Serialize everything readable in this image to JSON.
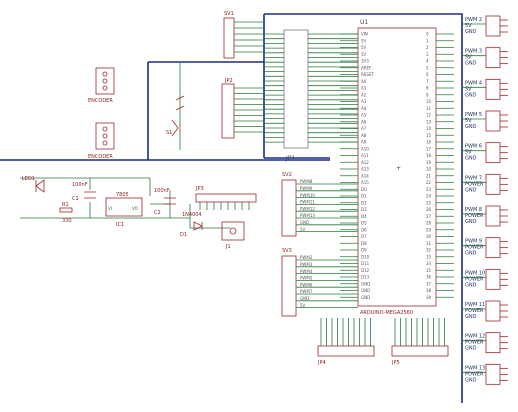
{
  "mcu": {
    "ref": "U1",
    "part": "ARDUINO-MEGA2560",
    "left_pins": [
      "VIN",
      "5V",
      "5V",
      "5V",
      "3V3",
      "AREF",
      "RESET",
      "A0",
      "A1",
      "A2",
      "A3",
      "A4",
      "A5",
      "A6",
      "A7",
      "A8",
      "A9",
      "A10",
      "A11",
      "A12",
      "A13",
      "A14",
      "A15",
      "D0",
      "D1",
      "D2",
      "D3",
      "D4",
      "D5",
      "D6",
      "D7",
      "D8",
      "D9",
      "D10",
      "D11",
      "D12",
      "D13",
      "GND",
      "GND",
      "GND"
    ],
    "right_pins": [
      "0",
      "1",
      "2",
      "3",
      "4",
      "5",
      "6",
      "7",
      "8",
      "9",
      "10",
      "11",
      "12",
      "13",
      "14",
      "15",
      "16",
      "17",
      "18",
      "19",
      "20",
      "21",
      "22",
      "23",
      "24",
      "25",
      "26",
      "27",
      "28",
      "29",
      "30",
      "31",
      "32",
      "33",
      "34",
      "35",
      "36",
      "37",
      "38",
      "39"
    ]
  },
  "headers": {
    "sv1": "SV1",
    "sv2": "SV2",
    "sv3": "SV3",
    "jp1": "JP1",
    "jp2": "JP2",
    "jp3": "JP3",
    "jp4": "JP4",
    "jp5": "JP5"
  },
  "encoders": [
    "ENCODER",
    "ENCODER"
  ],
  "power": {
    "regulator": "7805",
    "reg_ref": "IC1",
    "cap1": "100nF",
    "cap1_ref": "C1",
    "cap2": "100nF",
    "cap2_ref": "C2",
    "resistor": "R1",
    "resistor_val": "330",
    "led": "LED1",
    "diode": "D1",
    "diode_part": "1N4004",
    "jack": "J1",
    "switch": "S1"
  },
  "pwm_connectors": [
    {
      "signal": "PWM 2",
      "net": "5V",
      "gnd": "GND"
    },
    {
      "signal": "PWM 3",
      "net": "5V",
      "gnd": "GND"
    },
    {
      "signal": "PWM 4",
      "net": "5V",
      "gnd": "GND"
    },
    {
      "signal": "PWM 5",
      "net": "5V",
      "gnd": "GND"
    },
    {
      "signal": "PWM 6",
      "net": "5V",
      "gnd": "GND"
    },
    {
      "signal": "PWM 7",
      "net": "POWER",
      "gnd": "GND"
    },
    {
      "signal": "PWM 8",
      "net": "POWER",
      "gnd": "GND"
    },
    {
      "signal": "PWM 9",
      "net": "POWER",
      "gnd": "GND"
    },
    {
      "signal": "PWM 10",
      "net": "POWER",
      "gnd": "GND"
    },
    {
      "signal": "PWM 11",
      "net": "POWER",
      "gnd": "GND"
    },
    {
      "signal": "PWM 12",
      "net": "POWER",
      "gnd": "GND"
    },
    {
      "signal": "PWM 13",
      "net": "POWER",
      "gnd": "GND"
    }
  ],
  "connector_groups": {
    "sv2_nets": [
      "PWM8",
      "PWM9",
      "PWM10",
      "PWM11",
      "PWM12",
      "PWM13",
      "GND",
      "5V"
    ],
    "sv3_nets": [
      "PWM2",
      "PWM3",
      "PWM4",
      "PWM5",
      "PWM6",
      "PWM7",
      "GND",
      "5V"
    ]
  }
}
